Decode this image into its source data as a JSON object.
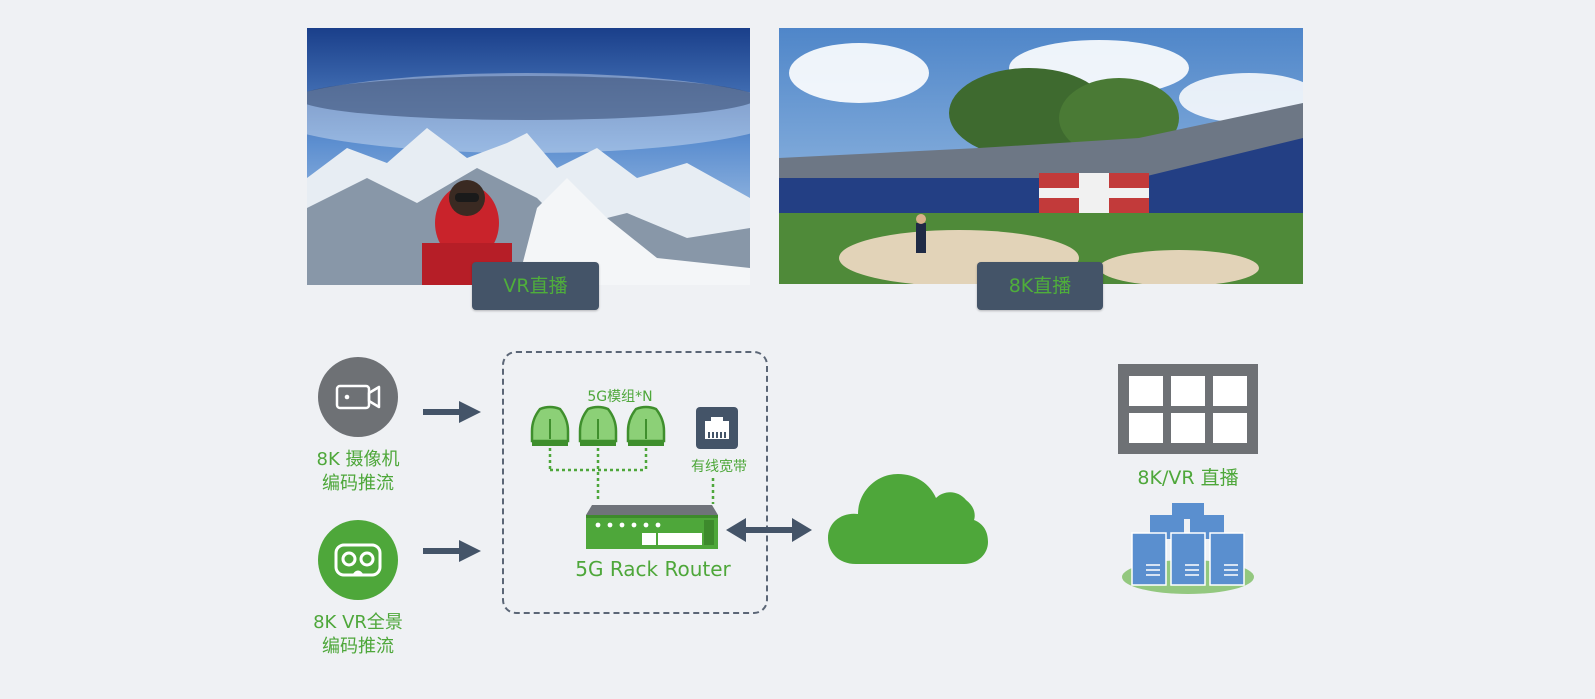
{
  "photos": {
    "left_badge": "VR直播",
    "right_badge": "8K直播"
  },
  "sources": {
    "camera_label_line1": "8K 摄像机",
    "camera_label_line2": "编码推流",
    "vr_label_line1": "8K VR全景",
    "vr_label_line2": "编码推流"
  },
  "router_box": {
    "modules_label": "5G模组*N",
    "wired_label": "有线宽带",
    "router_label": "5G Rack Router"
  },
  "output": {
    "live_label": "8K/VR 直播"
  },
  "colors": {
    "green": "#4ea73a",
    "navy": "#445468",
    "gray": "#6e7175",
    "server_blue": "#5a8fcf"
  }
}
